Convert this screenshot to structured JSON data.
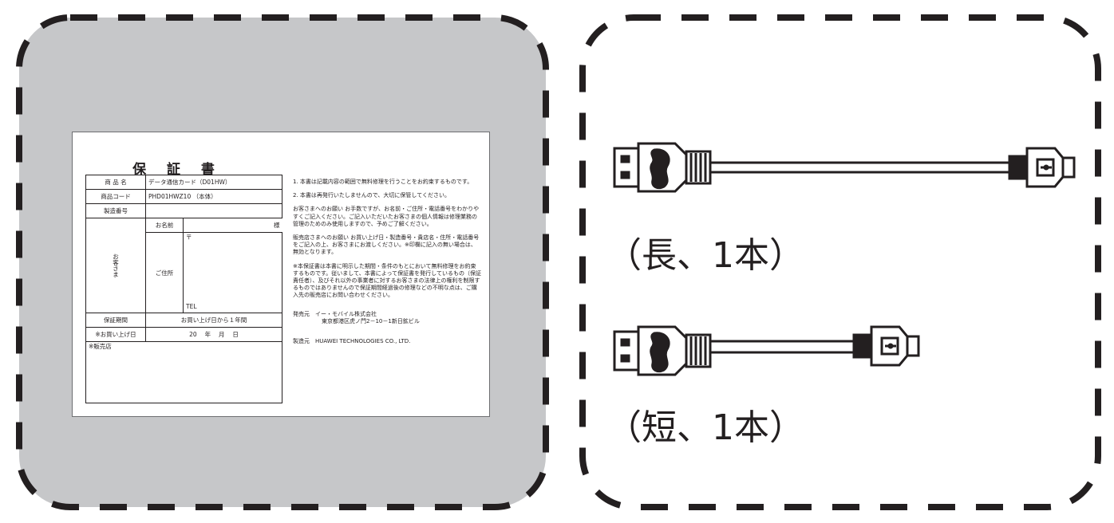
{
  "warranty_card": {
    "title": "保 証 書",
    "rows": [
      {
        "label": "商 品 名",
        "value": "データ通信カード（D01HW）"
      },
      {
        "label": "商品コード",
        "value": "PHD01HWZ10 （本体）"
      },
      {
        "label": "製造番号",
        "value": ""
      }
    ],
    "customer_group_label": "お客さま",
    "name_label": "お名前",
    "name_suffix": "様",
    "address_label": "ご住所",
    "postal_mark": "〒",
    "tel_label": "TEL",
    "period_label": "保証期間",
    "period_value": "お買い上げ日から１年間",
    "purchase_label": "※お買い上げ日",
    "purchase_value": "20　 年　 月　 日",
    "shop_label": "※販売店",
    "notes": [
      "1. 本書は記載内容の範囲で無料修理を行うことをお約束するものです。",
      "2. 本書は再発行いたしませんので、大切に保管してください。",
      "お客さまへのお願い お手数ですが、お名前・ご住所・電話番号をわかりやすくご記入ください。ご記入いただいたお客さまの個人情報は修理業務の管理のためのみ使用しますので、予めご了解ください。",
      "販売店さまへのお願い お買い上げ日・製造番号・貴店名・住所・電話番号をご記入の上、お客さまにお渡しください。※印欄に記入の無い場合は、無効となります。",
      "※本保証書は本書に明示した期間・条件のもとにおいて無料修理をお約束するものです。従いまして、本書によって保証書を発行しているもの（保証責任者）、及びそれ以外の事業者に対するお客さまの法律上の権利を制限するものではありませんので保証期間経過後の修理などの不明な点は、ご購入先の販売店にお問い合わせください。"
    ],
    "seller_label": "発売元",
    "seller_name": "イー・モバイル株式会社",
    "seller_address": "東京都港区虎ノ門2－10－1新日鉱ビル",
    "maker_label": "製造元",
    "maker_name": "HUAWEI TECHNOLOGIES CO., LTD."
  },
  "cables": [
    {
      "label": "（長、1本）"
    },
    {
      "label": "（短、1本）"
    }
  ]
}
